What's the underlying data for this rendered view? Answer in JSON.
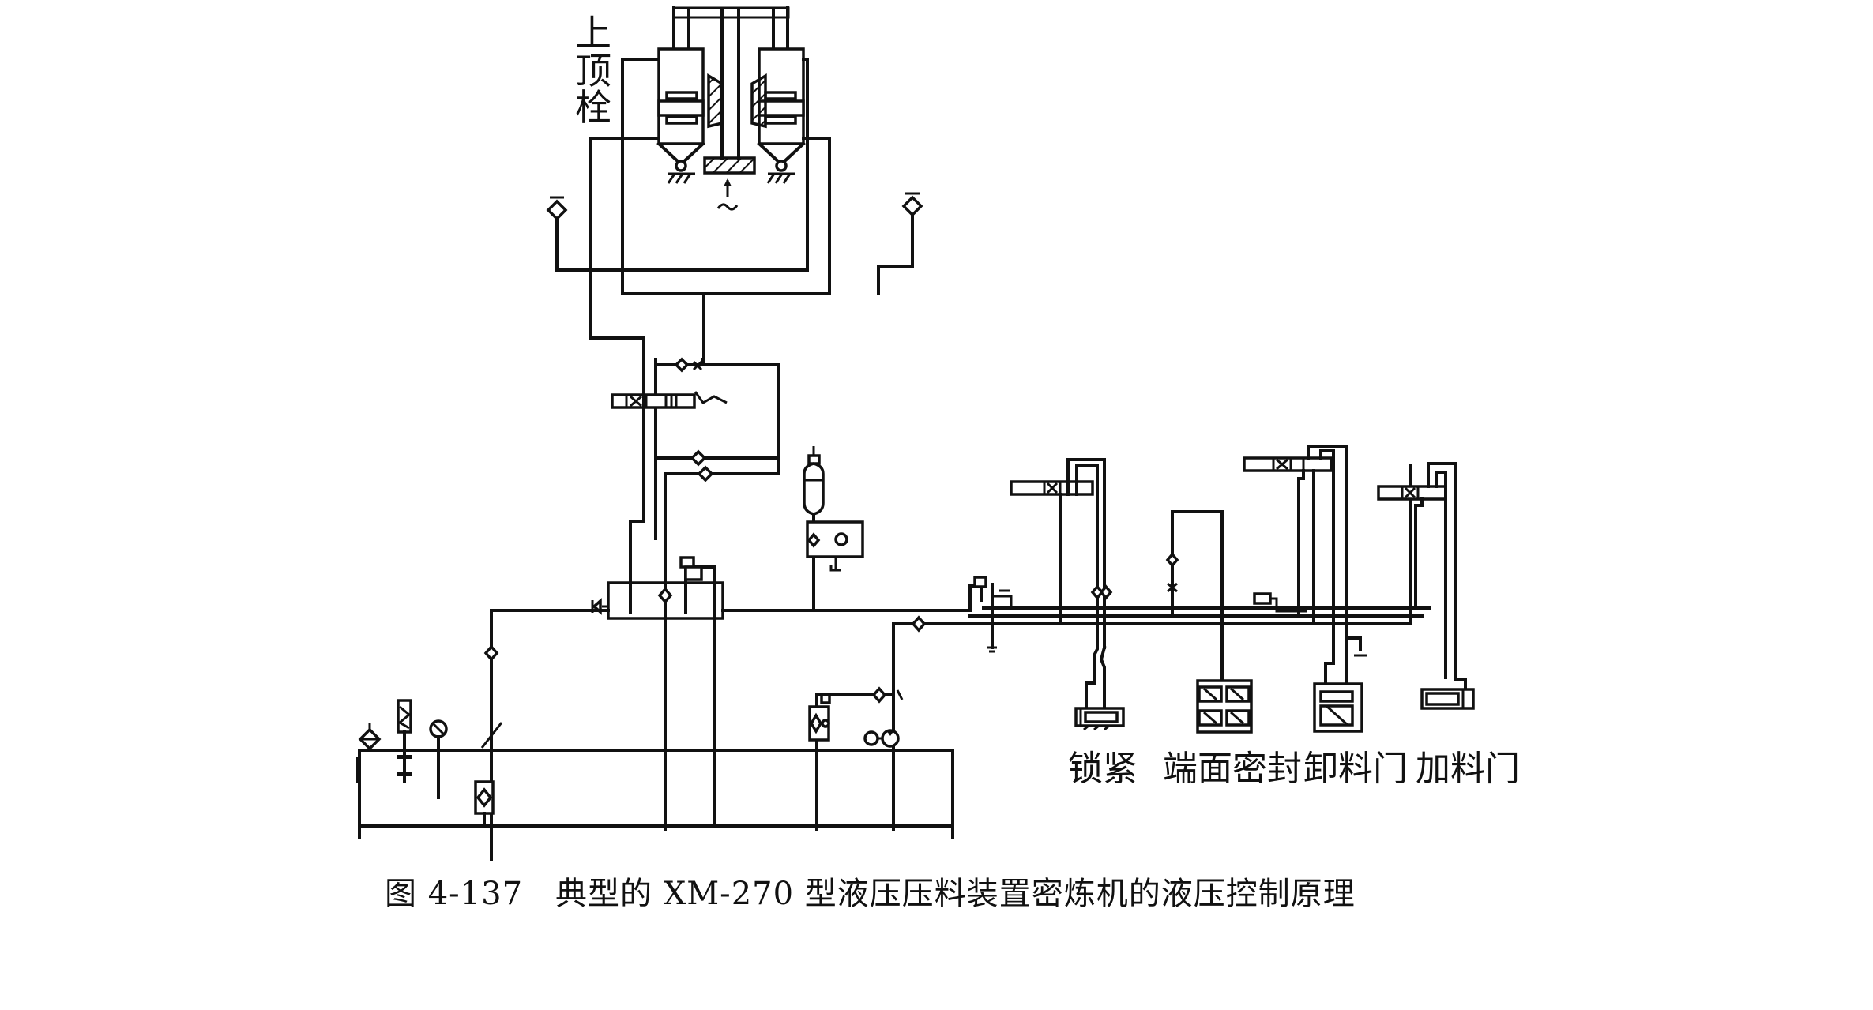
{
  "figure": {
    "title_vertical": "上顶栓",
    "caption": "图 4-137　典型的 XM-270 型液压压料装置密炼机的液压控制原理"
  },
  "actuators": [
    {
      "id": "lock",
      "label": "锁紧"
    },
    {
      "id": "end-face-seal",
      "label": "端面密封"
    },
    {
      "id": "discharge-door",
      "label": "卸料门"
    },
    {
      "id": "feed-door",
      "label": "加料门"
    }
  ],
  "colors": {
    "line": "#111111",
    "background": "#ffffff"
  }
}
